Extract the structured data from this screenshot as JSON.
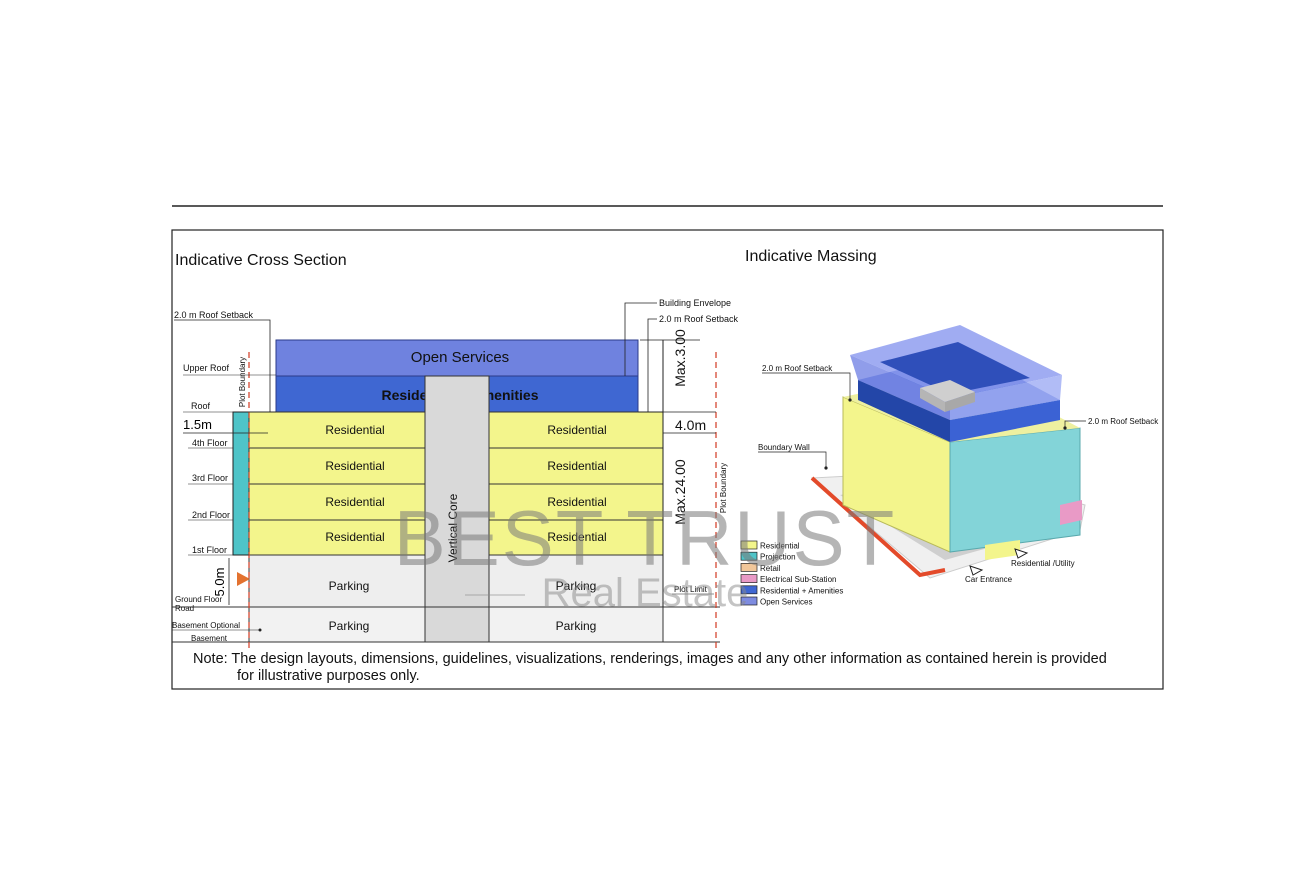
{
  "titles": {
    "cross_section": "Indicative Cross Section",
    "massing": "Indicative Massing"
  },
  "left_labels": {
    "roof_setback": "2.0 m Roof Setback",
    "upper_roof": "Upper Roof",
    "roof": "Roof",
    "setback_1_5": "1.5m",
    "floor4": "4th Floor",
    "floor3": "3rd Floor",
    "floor2": "2nd Floor",
    "floor1": "1st Floor",
    "ground_floor": "Ground Floor",
    "road": "Road",
    "basement_optional": "Basement Optional",
    "basement": "Basement",
    "ground_height": "5.0m",
    "plot_boundary": "Plot Boundary"
  },
  "blocks": {
    "open_services": "Open Services",
    "residential_amenities": "Residential + Amenities",
    "residential": "Residential",
    "parking": "Parking",
    "vertical_core": "Vertical Core"
  },
  "right_labels": {
    "building_envelope": "Building Envelope",
    "roof_setback": "2.0 m Roof Setback",
    "max_3": "Max.3.00",
    "setback_4": "4.0m",
    "max_24": "Max.24.00",
    "plot_boundary": "Plot Boundary",
    "plot_limit": "Plot Limit"
  },
  "legend": [
    {
      "label": "Residential",
      "color": "#f3f58c"
    },
    {
      "label": "Projection",
      "color": "#4fc4c8"
    },
    {
      "label": "Retail",
      "color": "#f2c79a"
    },
    {
      "label": "Electrical Sub-Station",
      "color": "#e99ac6"
    },
    {
      "label": "Residential + Amenities",
      "color": "#3f67d2"
    },
    {
      "label": "Open Services",
      "color": "#7e8ce0"
    }
  ],
  "massing_labels": {
    "roof_setback_top": "2.0 m Roof Setback",
    "roof_setback_right": "2.0 m Roof Setback",
    "boundary_wall": "Boundary Wall",
    "residential_utility": "Residential /Utility",
    "car_entrance": "Car Entrance"
  },
  "note": {
    "line1": "Note: The design layouts, dimensions, guidelines, visualizations, renderings, images and any other information as contained herein is provided",
    "line2": "for illustrative purposes only."
  },
  "watermark": {
    "name": "BEST TRUST",
    "sub": "Real Estate"
  },
  "colors": {
    "residential": "#f3f58c",
    "projection": "#4fc4c8",
    "amenities": "#3f67d2",
    "open_services": "#6f82df",
    "core": "#d9d9d9",
    "parking": "#eeeeee",
    "boundary": "#e34a2a"
  }
}
